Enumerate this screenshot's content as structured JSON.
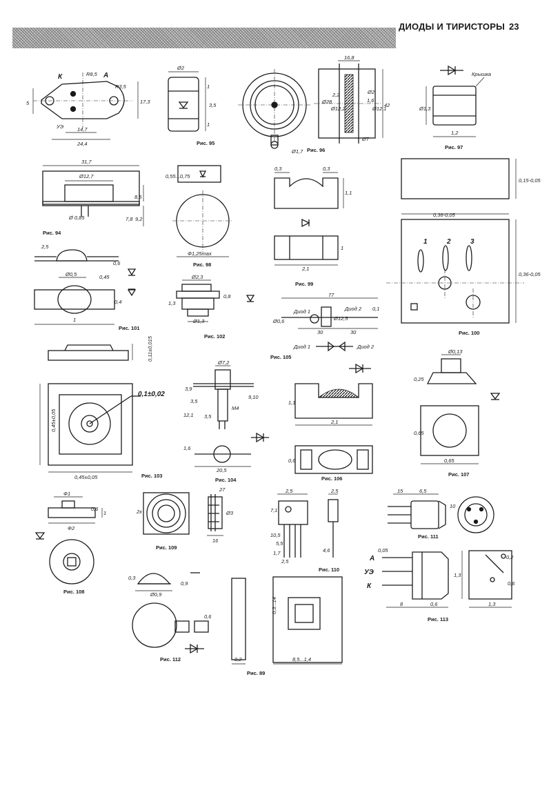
{
  "header": {
    "title": "ДИОДЫ И ТИРИСТОРЫ",
    "page_number": "23"
  },
  "figures": {
    "fig94": {
      "caption": "Рис. 94",
      "dims": [
        "31,7",
        "Ø12,7",
        "Ø 0,85",
        "8,5",
        "7,8",
        "9,2"
      ]
    },
    "fig95": {
      "caption": "Рис. 95",
      "dims": [
        "Ø2",
        "1",
        "3,5",
        "1"
      ]
    },
    "fig96": {
      "caption": "Рис. 96",
      "dims": [
        "16,8",
        "Ø28",
        "Ø12,2",
        "2,2",
        "Ø2",
        "1,6",
        "Ø12,1",
        "42",
        "Ø1,7",
        "Ø7"
      ]
    },
    "fig97": {
      "caption": "Рис. 97",
      "label": "Крышка",
      "dims": [
        "Ø1,3",
        "1,2"
      ]
    },
    "fig98": {
      "caption": "Рис. 98",
      "dims": [
        "0,55...0,75",
        "Ф1,25max"
      ]
    },
    "fig99": {
      "caption": "Рис. 99",
      "dims": [
        "0,3",
        "0,3",
        "1,1",
        "1",
        "2,1"
      ]
    },
    "fig100": {
      "caption": "Рис. 100",
      "dims": [
        "0,36-0,05",
        "0,36-0,05",
        "0,15-0,05"
      ],
      "pins": [
        "1",
        "2",
        "3"
      ]
    },
    "fig101": {
      "caption": "Рис. 101",
      "dims": [
        "2,5",
        "Ø0,5",
        "0,6",
        "0,45",
        "0,4",
        "1"
      ]
    },
    "fig102": {
      "caption": "Рис. 102",
      "dims": [
        "Ø2,3",
        "0,8",
        "1,3",
        "Ø1,3"
      ]
    },
    "fig103": {
      "caption": "Рис. 103",
      "dims": [
        "0,1±0,02",
        "0,45±0,05",
        "0,45±0,05",
        "0,11±0,015"
      ]
    },
    "fig104": {
      "caption": "Рис. 104",
      "dims": [
        "Ø7,2",
        "3,9",
        "3,5",
        "12,1",
        "3,5",
        "M4",
        "9,10",
        "1,6",
        "20,5"
      ]
    },
    "fig105": {
      "caption": "Рис. 105",
      "labels": [
        "Диод 1",
        "Диод 2",
        "Диод 1",
        "Диод 2"
      ],
      "dims": [
        "77",
        "Ø0,6",
        "Ø12,5",
        "30",
        "30",
        "0,1"
      ]
    },
    "fig106": {
      "caption": "Рис. 106",
      "dims": [
        "1,1",
        "2,1",
        "0,6"
      ]
    },
    "fig107": {
      "caption": "Рис. 107",
      "dims": [
        "Ø0,13",
        "0,25",
        "0,65",
        "0,65"
      ]
    },
    "fig108": {
      "caption": "Рис. 108",
      "dims": [
        "Ф1",
        "Ф2",
        "0,6",
        "1"
      ]
    },
    "fig109": {
      "caption": "Рис. 109",
      "dims": [
        "27",
        "2x",
        "16",
        "Ø3"
      ]
    },
    "fig110": {
      "caption": "Рис. 110",
      "dims": [
        "2,5",
        "7,1",
        "10,5",
        "5,5",
        "1,7",
        "2,5",
        "2,5",
        "4,6"
      ]
    },
    "fig111": {
      "caption": "Рис. 111",
      "dims": [
        "15",
        "6,5",
        "10"
      ]
    },
    "fig112": {
      "caption": "Рис. 112",
      "dims": [
        "0,3",
        "Ø0,9",
        "0,9",
        "0,6"
      ]
    },
    "fig113": {
      "caption": "Рис. 113",
      "dims": [
        "0,05",
        "8",
        "0,6",
        "1,3",
        "1,3",
        "0,2",
        "0,6"
      ],
      "pins": [
        "А",
        "УЭ",
        "К"
      ]
    },
    "fig89": {
      "caption": "Рис. 89",
      "dims": [
        "8,5...1,4",
        "0,2",
        "0,3...14"
      ]
    },
    "fig93": {
      "pins": [
        "К",
        "УЭ",
        "А"
      ],
      "dims": [
        "R8,5",
        "R3,5",
        "5",
        "17,3",
        "14,7",
        "24,4"
      ]
    }
  }
}
